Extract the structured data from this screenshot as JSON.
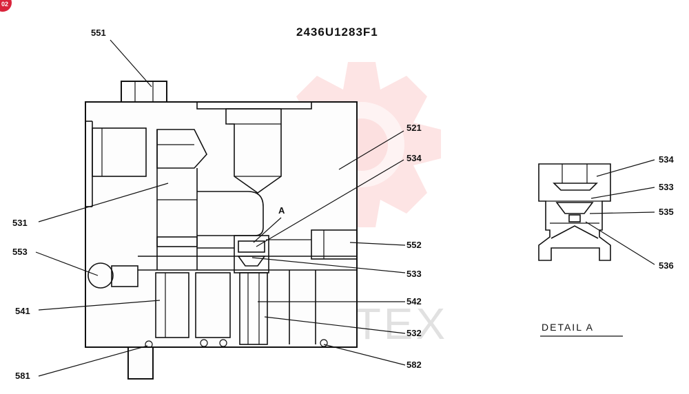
{
  "drawing_number": "2436U1283F1",
  "corner_badge": "02",
  "watermark_text": "VHITEX",
  "detail_caption": "DETAIL   A",
  "detail_marker": "A",
  "colors": {
    "line": "#111111",
    "watermark": "#f05a5a",
    "badge": "#d9243b"
  },
  "part_labels": {
    "p551": "551",
    "p521": "521",
    "p534": "534",
    "p531": "531",
    "p553": "553",
    "p552": "552",
    "p533": "533",
    "p541": "541",
    "p542": "542",
    "p532": "532",
    "p581": "581",
    "p582": "582"
  },
  "detail_labels": {
    "d534": "534",
    "d533": "533",
    "d535": "535",
    "d536": "536"
  }
}
